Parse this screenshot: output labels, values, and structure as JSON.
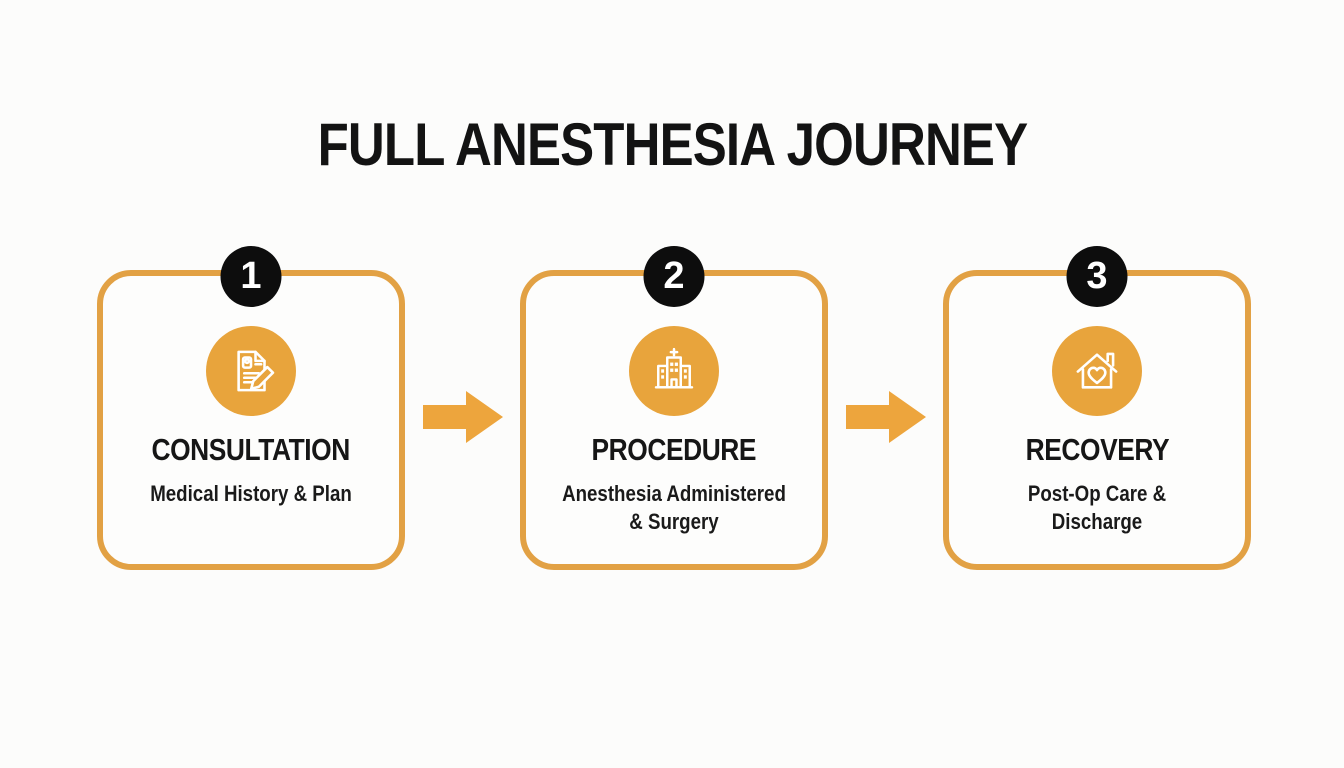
{
  "title": "FULL ANESTHESIA JOURNEY",
  "steps": [
    {
      "number": "1",
      "title": "CONSULTATION",
      "subtitle": "Medical History & Plan",
      "subtitle_lines": [
        "Medical History & Plan"
      ],
      "icon": "document-pencil-icon"
    },
    {
      "number": "2",
      "title": "PROCEDURE",
      "subtitle": "Anesthesia Administered & Surgery",
      "subtitle_lines": [
        "Anesthesia Administered",
        "& Surgery"
      ],
      "icon": "hospital-icon"
    },
    {
      "number": "3",
      "title": "RECOVERY",
      "subtitle": "Post-Op Care & Discharge",
      "subtitle_lines": [
        "Post-Op Care &",
        "Discharge"
      ],
      "icon": "home-heart-icon"
    }
  ],
  "connectors": [
    "arrow-right",
    "arrow-right"
  ],
  "colors": {
    "accent_orange": "#e8a43c",
    "card_border": "#e2a144",
    "arrow": "#eda53d",
    "badge_black": "#0d0d0d",
    "text": "#1a1a1a",
    "background": "#fcfcfb"
  }
}
